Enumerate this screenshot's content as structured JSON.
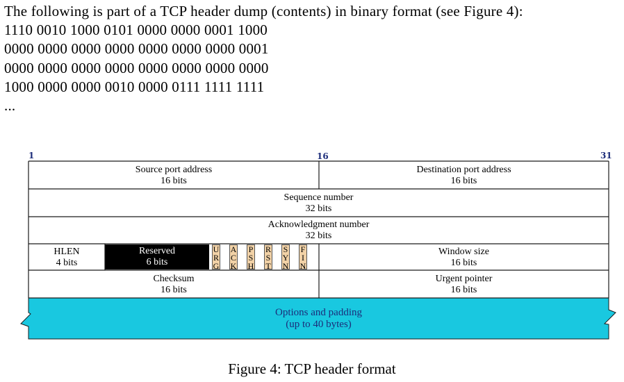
{
  "intro": {
    "text": "The following is part of a TCP header dump (contents) in binary format (see Figure 4):",
    "rows": [
      "1110 0010 1000 0101 0000 0000 0001 1000",
      "0000 0000 0000 0000 0000 0000 0000 0001",
      "0000 0000 0000 0000 0000 0000 0000 0000",
      "1000 0000 0000 0010 0000 0111 1111 1111"
    ],
    "ellipsis": "..."
  },
  "diagram": {
    "bit_labels": {
      "start": "1",
      "mid": "16",
      "end": "31"
    },
    "fields": {
      "source_port": {
        "name": "Source port address",
        "size": "16 bits"
      },
      "dest_port": {
        "name": "Destination port address",
        "size": "16 bits"
      },
      "sequence": {
        "name": "Sequence number",
        "size": "32 bits"
      },
      "ack": {
        "name": "Acknowledgment number",
        "size": "32 bits"
      },
      "hlen": {
        "name": "HLEN",
        "size": "4 bits"
      },
      "reserved": {
        "name": "Reserved",
        "size": "6 bits"
      },
      "window": {
        "name": "Window size",
        "size": "16 bits"
      },
      "checksum": {
        "name": "Checksum",
        "size": "16 bits"
      },
      "urgent": {
        "name": "Urgent pointer",
        "size": "16 bits"
      },
      "options": {
        "name": "Options and padding",
        "size": "(up to 40 bytes)"
      }
    },
    "flags": [
      {
        "letters": [
          "U",
          "R",
          "G"
        ]
      },
      {
        "letters": [
          "A",
          "C",
          "K"
        ]
      },
      {
        "letters": [
          "P",
          "S",
          "H"
        ]
      },
      {
        "letters": [
          "R",
          "S",
          "T"
        ]
      },
      {
        "letters": [
          "S",
          "Y",
          "N"
        ]
      },
      {
        "letters": [
          "F",
          "I",
          "N"
        ]
      }
    ],
    "colors": {
      "reserved_bg": "#000000",
      "flag_bg": "#f2d2a7",
      "options_bg": "#19c8e0",
      "bit_label": "#1c2d7a"
    }
  },
  "caption": "Figure 4: TCP header format"
}
